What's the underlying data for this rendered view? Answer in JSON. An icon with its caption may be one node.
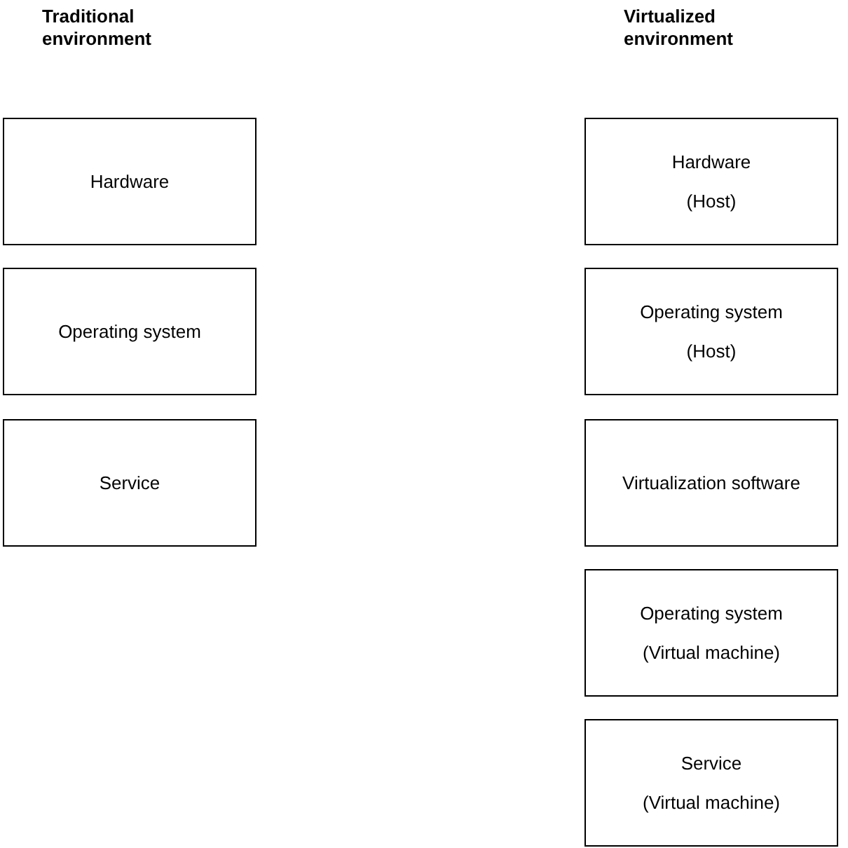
{
  "diagram": {
    "nodes": [
      {
        "text": [
          "Hardware"
        ]
      },
      {
        "text": [
          "Operating system"
        ]
      },
      {
        "text": [
          "Service"
        ]
      },
      {
        "text": [
          "Hardware",
          "(Host)"
        ]
      },
      {
        "text": [
          "Operating system",
          "(Host)"
        ]
      },
      {
        "text": [
          "Virtualization software"
        ]
      },
      {
        "text": [
          "Operating system",
          "(Virtual machine)"
        ]
      },
      {
        "text": [
          "Service",
          "(Virtual machine)"
        ]
      }
    ],
    "labels": [
      "Traditional environment",
      "Virtualized environment"
    ]
  }
}
